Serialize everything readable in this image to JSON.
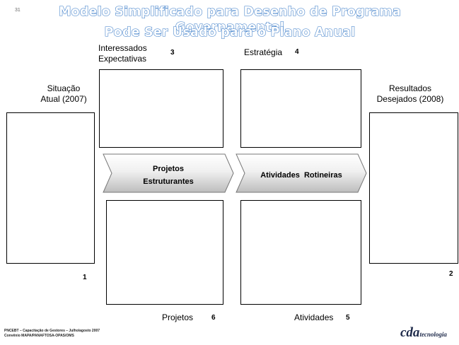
{
  "slide": {
    "number": "31",
    "title_line1": "Modelo Simplificado para Desenho de Programa Governamental",
    "title_line2": "Pode Ser Usado para o Plano Anual"
  },
  "labels": {
    "situacao_line1": "Situação",
    "situacao_line2": "Atual (2007)",
    "interessados_line1": "Interessados",
    "interessados_line2": "Expectativas",
    "estrategia": "Estratégia",
    "resultados_line1": "Resultados",
    "resultados_line2": "Desejados (2008)",
    "projetos": "Projetos",
    "atividades": "Atividades"
  },
  "numbers": {
    "situacao": "1",
    "resultados": "2",
    "interessados": "3",
    "estrategia": "4",
    "atividades": "5",
    "projetos": "6"
  },
  "arrows": {
    "projetos_line1": "Projetos",
    "projetos_line2": "Estruturantes",
    "atividades_rotineiras": "Atividades  Rotineiras"
  },
  "footer": {
    "line1": "PNCEBT – Capacitação de Gestores – Julho/agosto 2007",
    "line2": "Convênio MAPA/PANAFTOSA-OPAS/OMS"
  },
  "logo": {
    "brand": "cda",
    "suffix": "tecnologia"
  }
}
